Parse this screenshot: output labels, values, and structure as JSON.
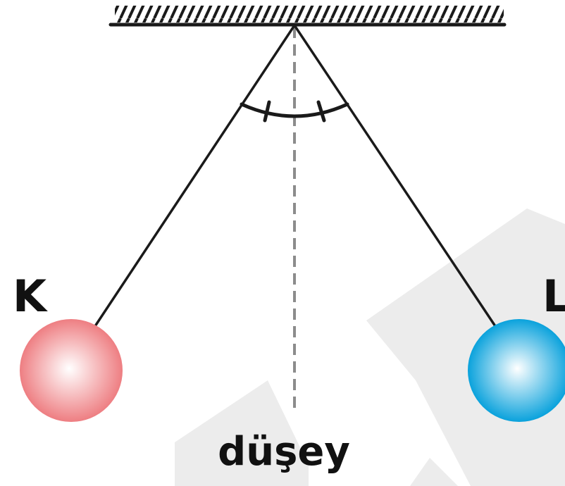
{
  "labels": {
    "left_ball": "K",
    "right_ball": "L",
    "vertical": "düşey"
  },
  "colors": {
    "line": "#1a1a1a",
    "dashed_line": "#8c8c8c",
    "watermark": "#ececec",
    "left_ball_light": "#ffffff",
    "left_ball_dark": "#ee7e82",
    "right_ball_light": "#ffffff",
    "right_ball_dark": "#0aa2dc"
  }
}
